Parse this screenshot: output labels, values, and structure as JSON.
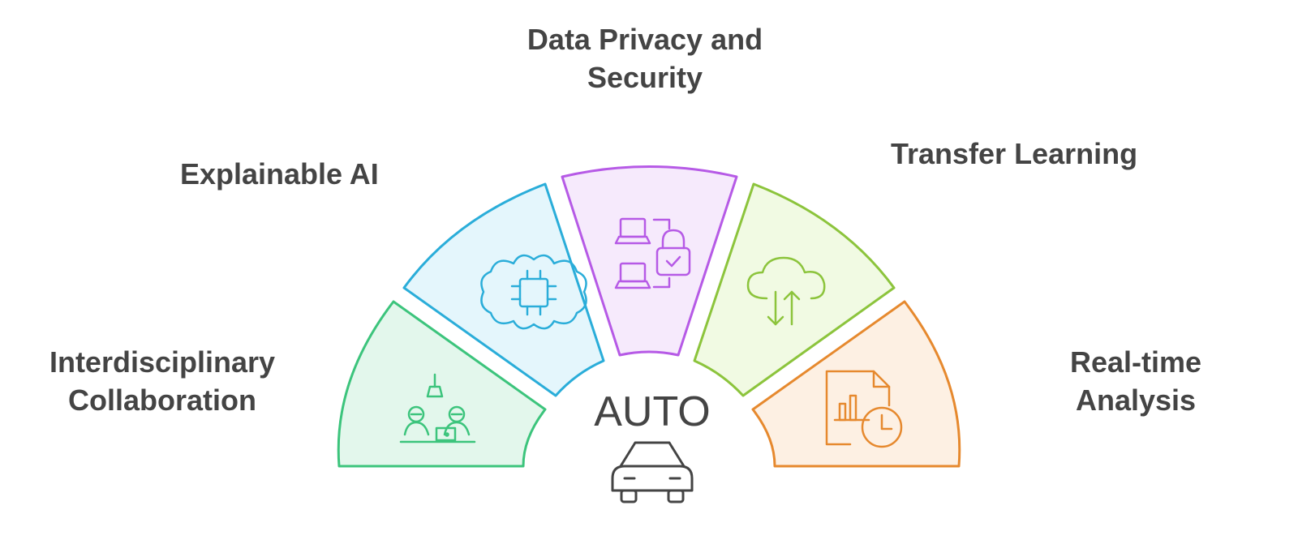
{
  "diagram": {
    "center": {
      "label": "AUTO",
      "icon": "car-icon"
    },
    "segments": [
      {
        "id": "collab",
        "title_lines": [
          "Interdisciplinary",
          "Collaboration"
        ],
        "icon": "team-collaboration-icon",
        "stroke": "#3CC47C",
        "fill": "#E3F7EC"
      },
      {
        "id": "xai",
        "title_lines": [
          "Explainable AI"
        ],
        "icon": "brain-chip-icon",
        "stroke": "#2AADD9",
        "fill": "#E4F6FC"
      },
      {
        "id": "privacy",
        "title_lines": [
          "Data Privacy and",
          "Security"
        ],
        "icon": "secure-devices-lock-icon",
        "stroke": "#B65AE6",
        "fill": "#F6EAFC"
      },
      {
        "id": "transfer",
        "title_lines": [
          "Transfer Learning"
        ],
        "icon": "cloud-transfer-icon",
        "stroke": "#8CC43C",
        "fill": "#F1FAE3"
      },
      {
        "id": "realtime",
        "title_lines": [
          "Real-time",
          "Analysis"
        ],
        "icon": "report-clock-icon",
        "stroke": "#E6892E",
        "fill": "#FDF0E3"
      }
    ],
    "text_color": "#444444"
  }
}
